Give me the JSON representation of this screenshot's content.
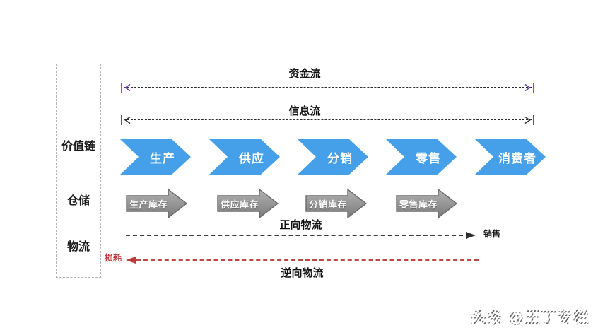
{
  "diagram": {
    "left_panel": {
      "row_labels": [
        "价值链",
        "仓储",
        "物流"
      ]
    },
    "flows": {
      "capital": {
        "label": "资金流"
      },
      "information": {
        "label": "信息流"
      },
      "forward": {
        "label": "正向物流",
        "end_label": "销售"
      },
      "reverse": {
        "label": "逆向物流",
        "loss_label": "损耗"
      }
    },
    "value_chain_stages": [
      "生产",
      "供应",
      "分销",
      "零售",
      "消费者"
    ],
    "warehouse_items": [
      "生产库存",
      "供应库存",
      "分销库存",
      "零售库存"
    ],
    "colors": {
      "stage_blue": "#46a0e9",
      "warehouse_gray_top": "#b2b2b2",
      "warehouse_gray_bottom": "#7b7b7b",
      "reverse_red": "#c04545",
      "capital_purple": "#6a3fa0",
      "line_black": "#2b2b2b"
    }
  },
  "watermark": {
    "text": "头条 @王丁专栏"
  }
}
